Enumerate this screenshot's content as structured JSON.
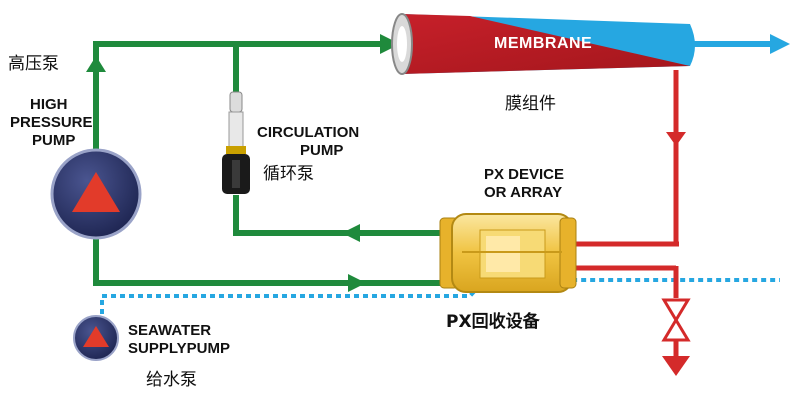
{
  "colors": {
    "high_pressure": "#d42a2a",
    "low_pressure_line": "#1f8a3c",
    "seawater": "#26a7e1",
    "pump_body": "#2c3566",
    "pump_triangle": "#e23b2a",
    "px_device": "#f1c232"
  },
  "labels": {
    "high_pressure_pump_cn": "高压泵",
    "high_pressure_pump_en_1": "HIGH",
    "high_pressure_pump_en_2": "PRESSURE",
    "high_pressure_pump_en_3": "PUMP",
    "circulation_pump_en_1": "CIRCULATION",
    "circulation_pump_en_2": "PUMP",
    "circulation_pump_cn": "循环泵",
    "membrane_en": "MEMBRANE",
    "membrane_cn": "膜组件",
    "px_device_en_1": "PX DEVICE",
    "px_device_en_2": "OR ARRAY",
    "px_device_cn": "PX回收设备",
    "seawater_pump_en_1": "SEAWATER",
    "seawater_pump_en_2": "SUPPLYPUMP",
    "seawater_pump_cn": "给水泵"
  },
  "icons": [
    "high-pressure-pump-icon",
    "circulation-pump-icon",
    "seawater-supply-pump-icon",
    "px-device-icon",
    "membrane-icon",
    "valve-icon"
  ]
}
